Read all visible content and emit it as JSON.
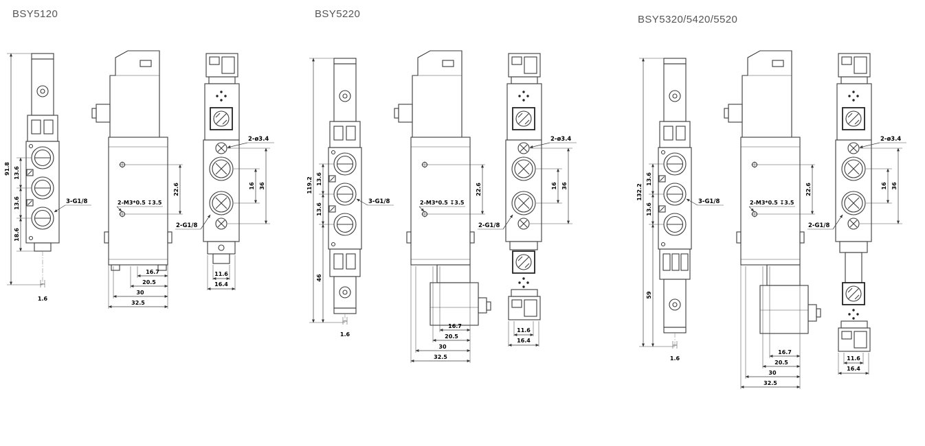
{
  "colors": {
    "line": "#3a3a3a",
    "dimension_text": "#000000",
    "title_text": "#555555",
    "background": "#ffffff"
  },
  "panels": [
    {
      "title": "BSY5120",
      "front": {
        "overall": "91.8",
        "seg1": "13.6",
        "seg2": "13.6",
        "seg3": "18.6",
        "tip": "1.6",
        "ports": "3-G1/8"
      },
      "side": {
        "thread": "2-M3*0.5 ↧3.5",
        "hole_span": "22.6",
        "h1": "16.7",
        "h2": "20.5",
        "h3": "30",
        "h4": "32.5"
      },
      "rear": {
        "holes": "2-ø3.4",
        "port_span": "16",
        "screw_span": "36",
        "ports": "2-G1/8",
        "h1": "11.6",
        "h2": "16.4"
      }
    },
    {
      "title": "BSY5220",
      "front": {
        "overall": "119.2",
        "seg1": "13.6",
        "seg2": "13.6",
        "seg3": "46",
        "tip": "1.6",
        "ports": "3-G1/8"
      },
      "side": {
        "thread": "2-M3*0.5 ↧3.5",
        "hole_span": "22.6",
        "h1": "16.7",
        "h2": "20.5",
        "h3": "30",
        "h4": "32.5"
      },
      "rear": {
        "holes": "2-ø3.4",
        "port_span": "16",
        "screw_span": "36",
        "ports": "2-G1/8",
        "h1": "11.6",
        "h2": "16.4"
      }
    },
    {
      "title": "BSY5320/5420/5520",
      "front": {
        "overall": "132.2",
        "seg1": "13.6",
        "seg2": "13.6",
        "seg3": "59",
        "tip": "1.6",
        "ports": "3-G1/8"
      },
      "side": {
        "thread": "2-M3*0.5 ↧3.5",
        "hole_span": "22.6",
        "h1": "16.7",
        "h2": "20.5",
        "h3": "30",
        "h4": "32.5"
      },
      "rear": {
        "holes": "2-ø3.4",
        "port_span": "16",
        "screw_span": "36",
        "ports": "2-G1/8",
        "h1": "11.6",
        "h2": "16.4"
      }
    }
  ]
}
